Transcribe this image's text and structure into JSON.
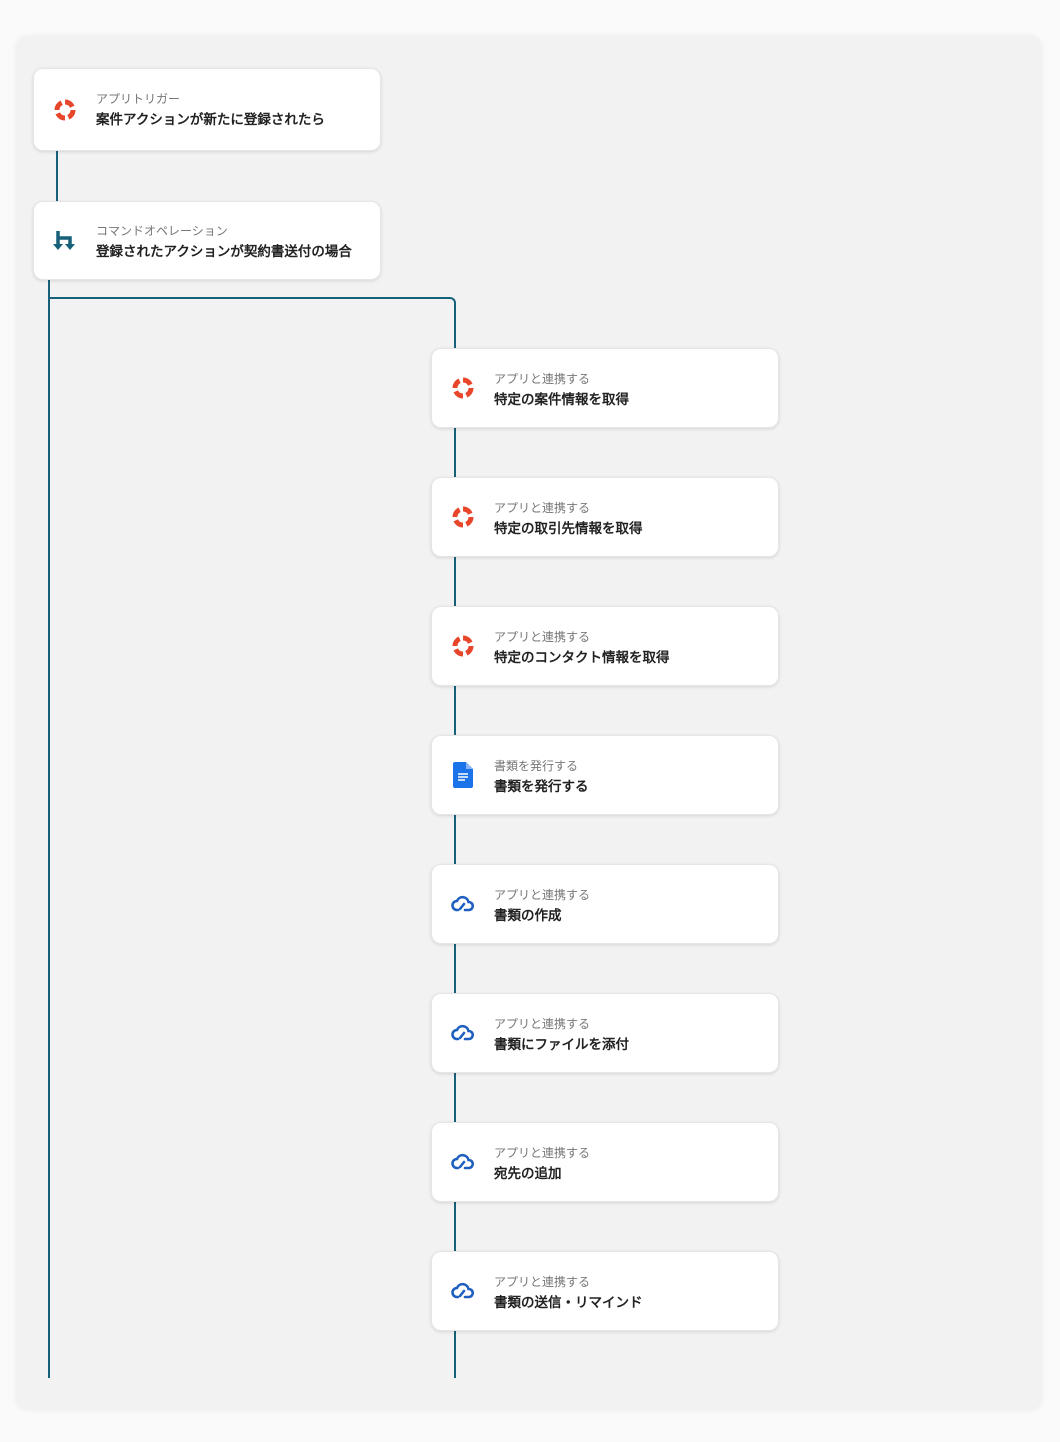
{
  "colors": {
    "line": "#17607a",
    "app_icon": "#e8462a",
    "doc_icon": "#1a73e8",
    "cloud_icon": "#1f5fbf",
    "command_icon": "#17607a"
  },
  "trigger": {
    "sub": "アプリトリガー",
    "title": "案件アクションが新たに登録されたら",
    "icon": "ring-icon"
  },
  "command": {
    "sub": "コマンドオペレーション",
    "title": "登録されたアクションが契約書送付の場合",
    "icon": "branch-icon"
  },
  "steps": [
    {
      "sub": "アプリと連携する",
      "title": "特定の案件情報を取得",
      "icon": "ring"
    },
    {
      "sub": "アプリと連携する",
      "title": "特定の取引先情報を取得",
      "icon": "ring"
    },
    {
      "sub": "アプリと連携する",
      "title": "特定のコンタクト情報を取得",
      "icon": "ring"
    },
    {
      "sub": "書類を発行する",
      "title": "書類を発行する",
      "icon": "doc"
    },
    {
      "sub": "アプリと連携する",
      "title": "書類の作成",
      "icon": "cloud"
    },
    {
      "sub": "アプリと連携する",
      "title": "書類にファイルを添付",
      "icon": "cloud"
    },
    {
      "sub": "アプリと連携する",
      "title": "宛先の追加",
      "icon": "cloud"
    },
    {
      "sub": "アプリと連携する",
      "title": "書類の送信・リマインド",
      "icon": "cloud"
    }
  ]
}
